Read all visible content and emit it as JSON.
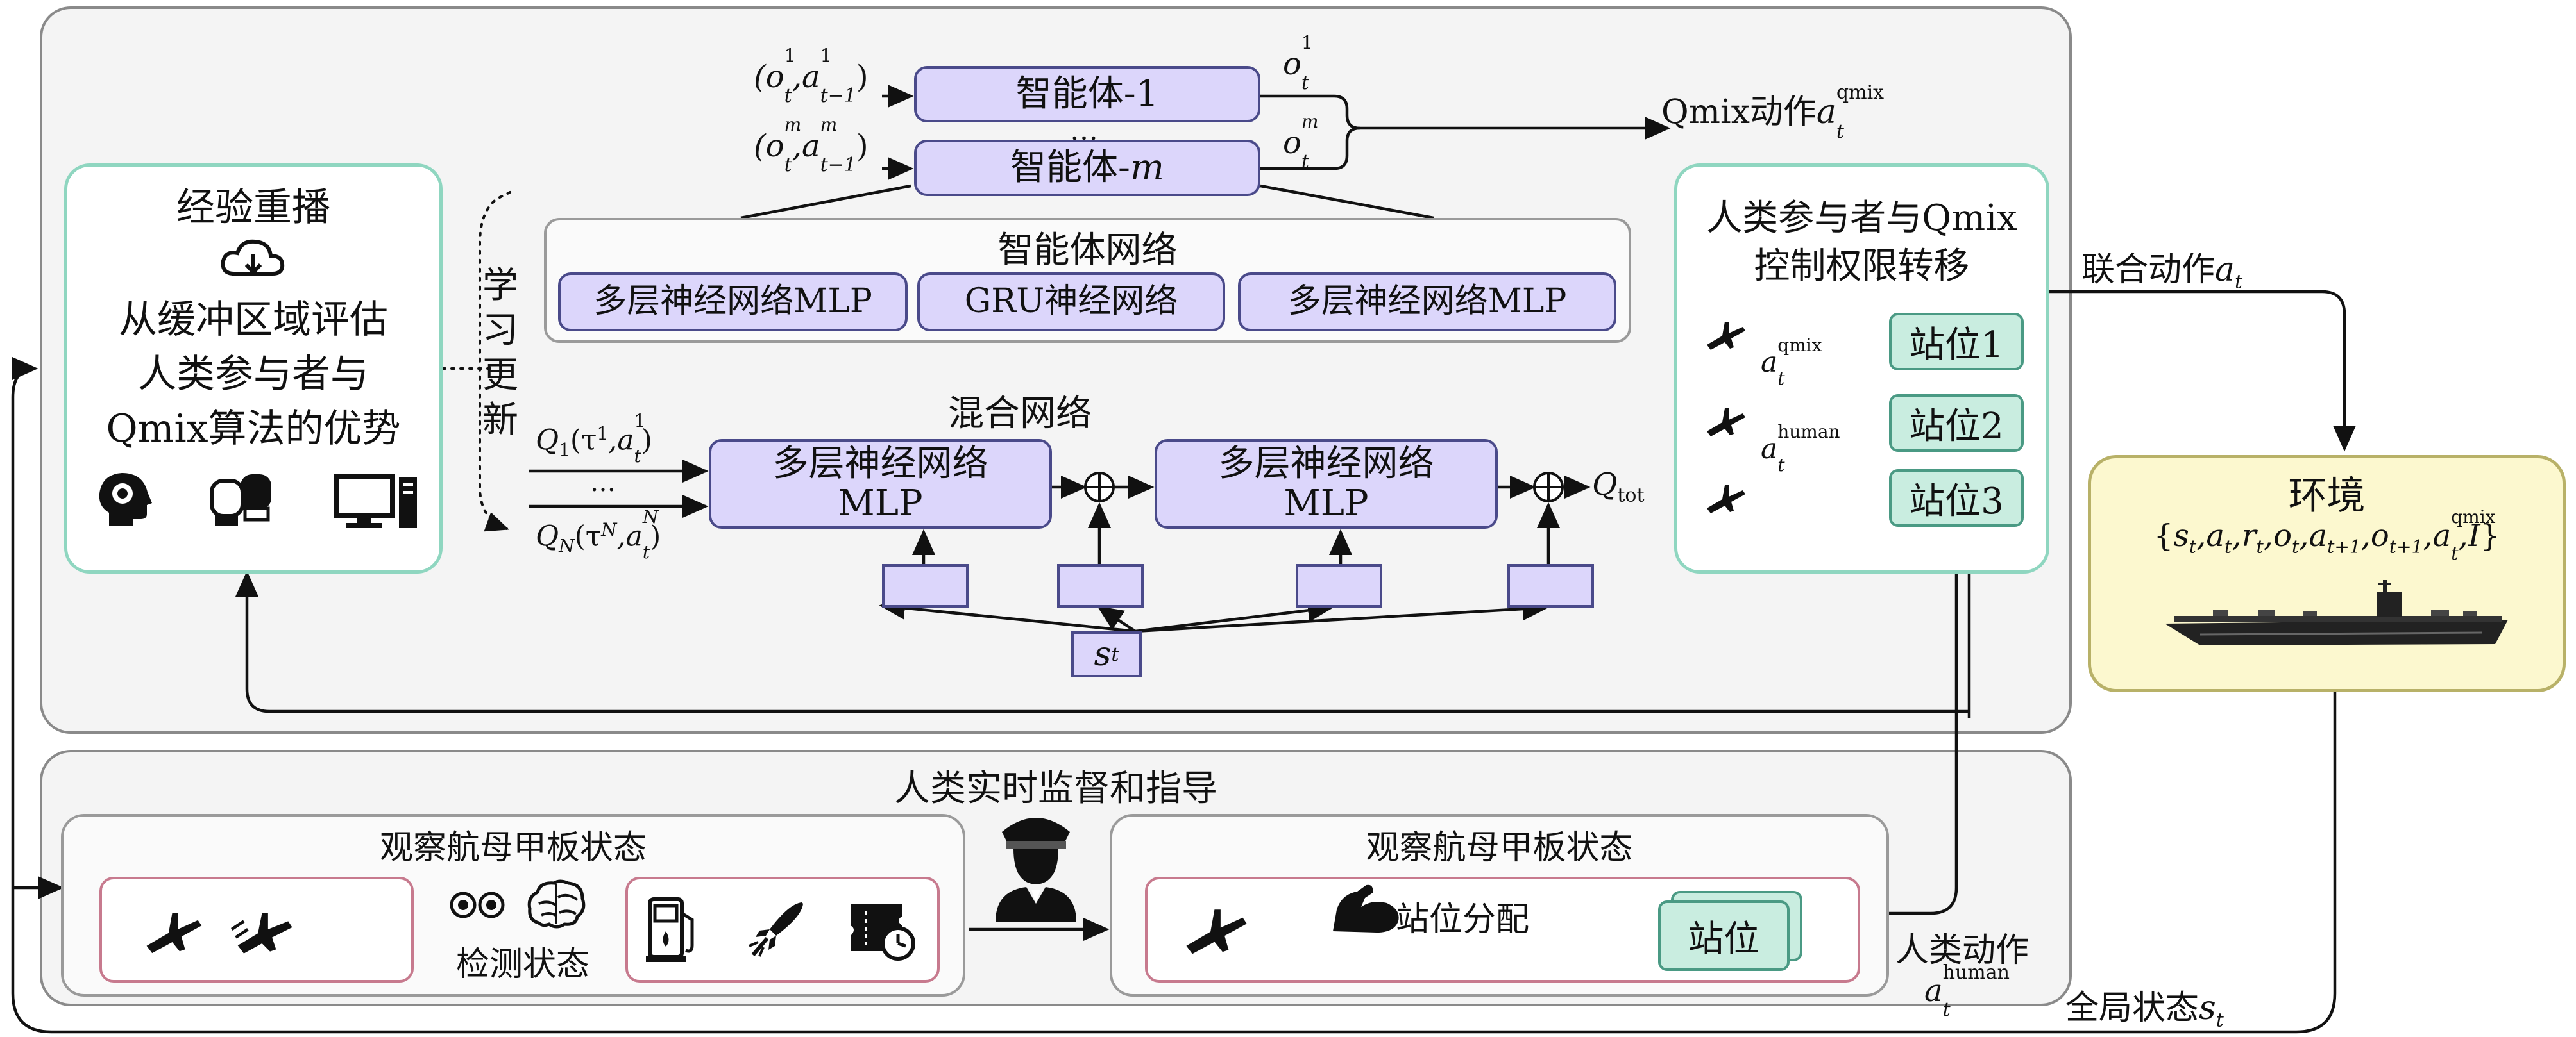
{
  "diagram": {
    "experience_replay": {
      "title": "经验重播",
      "line1": "从缓冲区域评估",
      "line2": "人类参与者与",
      "line3": "Qmix算法的优势",
      "icons": [
        "cloud-download-icon",
        "brain-head-icon",
        "boxing-gloves-icon",
        "computer-icon"
      ]
    },
    "learning_update": [
      "学",
      "习",
      "更",
      "新"
    ],
    "agents": {
      "agent1": {
        "label": "智能体-1",
        "input": "(o",
        "input_sup": "1",
        "input_sub": "t",
        "input_mid": ",a",
        "input_sup2": "1",
        "input_sub2": "t−1",
        "input_end": ")",
        "output": "o",
        "output_sup": "1",
        "output_sub": "t"
      },
      "ellipsis": "…",
      "agentm": {
        "label_pre": "智能体-",
        "label_var": "m",
        "input": "(o",
        "input_sup": "m",
        "input_sub": "t",
        "input_mid": ",a",
        "input_sup2": "m",
        "input_sub2": "t−1",
        "input_end": ")",
        "output": "o",
        "output_sup": "m",
        "output_sub": "t"
      }
    },
    "agent_network": {
      "title": "智能体网络",
      "layers": [
        "多层神经网络MLP",
        "GRU神经网络",
        "多层神经网络MLP"
      ]
    },
    "mixing_network": {
      "title": "混合网络",
      "q1": "Q",
      "q1_sub": "1",
      "q1_rest": "(τ",
      "q1_sup": "1",
      "q1_rest2": ",a",
      "q1_sup2": "1",
      "q1_sub2": "t",
      "q1_end": ")",
      "qdots": "…",
      "qn": "Q",
      "qn_sub": "N",
      "qn_rest": "(τ",
      "qn_sup": "N",
      "qn_rest2": ",a",
      "qn_sup2": "N",
      "qn_sub2": "t",
      "qn_end": ")",
      "mlp1_line1": "多层神经网络",
      "mlp1_line2": "MLP",
      "mlp2_line1": "多层神经网络",
      "mlp2_line2": "MLP",
      "qtot": "Q",
      "qtot_sub": "tot",
      "state": "s",
      "state_sub": "t"
    },
    "qmix_action": {
      "label": "Qmix动作",
      "var": "a",
      "sup": "qmix",
      "sub": "t"
    },
    "control_transfer": {
      "title_line1": "人类参与者与Qmix",
      "title_line2": "控制权限转移",
      "a_qmix": "a",
      "a_qmix_sup": "qmix",
      "a_qmix_sub": "t",
      "a_human": "a",
      "a_human_sup": "human",
      "a_human_sub": "t",
      "stations": [
        "站位1",
        "站位2",
        "站位3"
      ]
    },
    "joint_action": {
      "label": "联合动作",
      "var": "a",
      "sub": "t"
    },
    "environment": {
      "title": "环境",
      "tuple_open": "{",
      "tuple": [
        "s",
        "a",
        "r",
        "o",
        "a",
        "o",
        "a",
        "I"
      ],
      "tuple_subs": [
        "t",
        "t",
        "t",
        "t",
        "t+1",
        "t+1",
        "t",
        ""
      ],
      "tuple_sup7": "qmix",
      "tuple_close": "}",
      "icon": "aircraft-carrier-icon"
    },
    "human_supervision": {
      "title": "人类实时监督和指导",
      "observe_left": {
        "title": "观察航母甲板状态",
        "detect": "检测状态",
        "icons": [
          "airplane-icon",
          "airplane-fueling-icon",
          "eyes-icon",
          "brain-icon",
          "fuel-pump-icon",
          "missile-icon",
          "ticket-clock-icon"
        ]
      },
      "observe_right": {
        "title": "观察航母甲板状态",
        "assign": "站位分配",
        "station": "站位",
        "icons": [
          "airplane-icon",
          "flexed-arm-icon"
        ]
      },
      "operator_icon": "pilot-officer-icon"
    },
    "human_action": {
      "label": "人类动作",
      "var": "a",
      "sup": "human",
      "sub": "t"
    },
    "global_state": {
      "label": "全局状态",
      "var": "s",
      "sub": "t"
    }
  }
}
